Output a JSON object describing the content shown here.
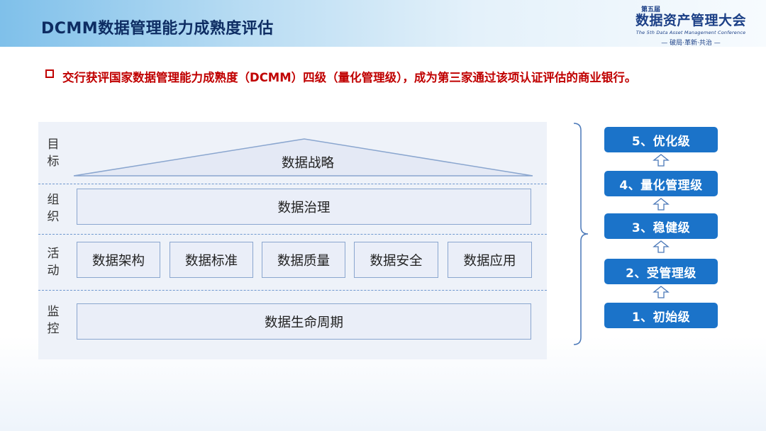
{
  "header": {
    "title": "DCMM数据管理能力成熟度评估",
    "logo": {
      "edition": "第五届",
      "main": "数据资产管理大会",
      "english": "The 5th Data Asset Management Conference",
      "slogan": "— 破局·革新·共治 —"
    }
  },
  "bullet": {
    "text": "交行获评国家数据管理能力成熟度（DCMM）四级（量化管理级），成为第三家通过该项认证评估的商业银行。"
  },
  "diagram": {
    "layers": [
      {
        "label": "目标",
        "boxes": [
          "数据战略"
        ]
      },
      {
        "label": "组织",
        "boxes": [
          "数据治理"
        ]
      },
      {
        "label": "活动",
        "boxes": [
          "数据架构",
          "数据标准",
          "数据质量",
          "数据安全",
          "数据应用"
        ]
      },
      {
        "label": "监控",
        "boxes": [
          "数据生命周期"
        ]
      }
    ]
  },
  "levels": [
    "5、优化级",
    "4、量化管理级",
    "3、稳健级",
    "2、受管理级",
    "1、初始级"
  ],
  "colors": {
    "title": "#0e2d63",
    "accent_red": "#c00000",
    "level_blue": "#1b73c9",
    "diagram_bg": "#eef2f9",
    "box_border": "#8aa6cf"
  }
}
